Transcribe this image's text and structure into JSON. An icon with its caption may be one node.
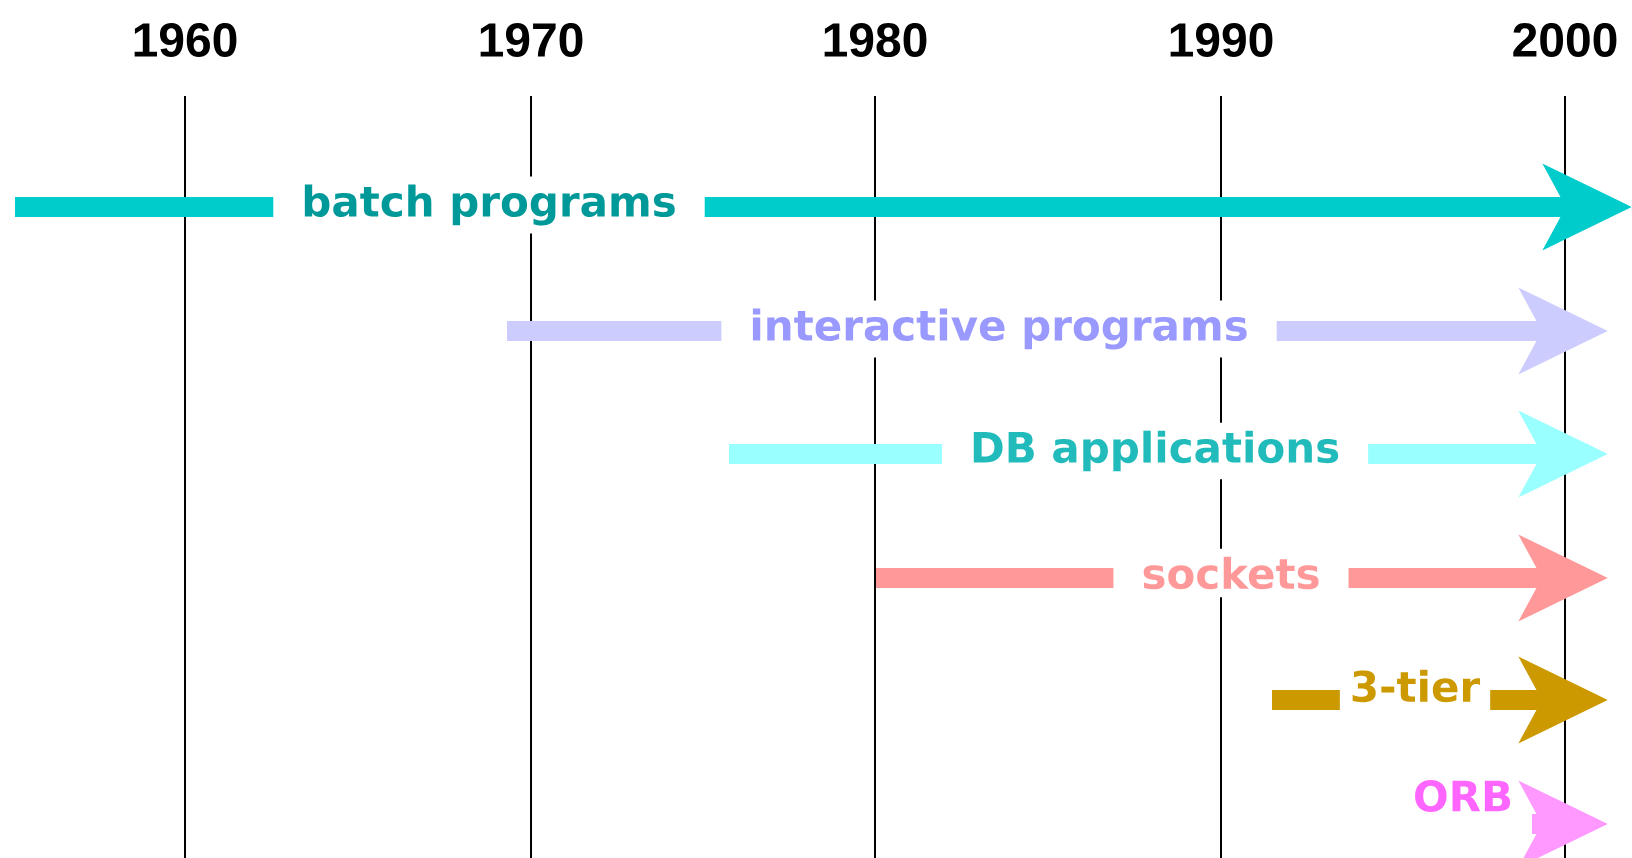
{
  "diagram": {
    "labels": [
      "1960",
      "1970",
      "1980",
      "1990",
      "2000",
      "batch programs",
      "interactive programs",
      "DB applications",
      "sockets",
      "3-tier",
      "ORB"
    ]
  }
}
